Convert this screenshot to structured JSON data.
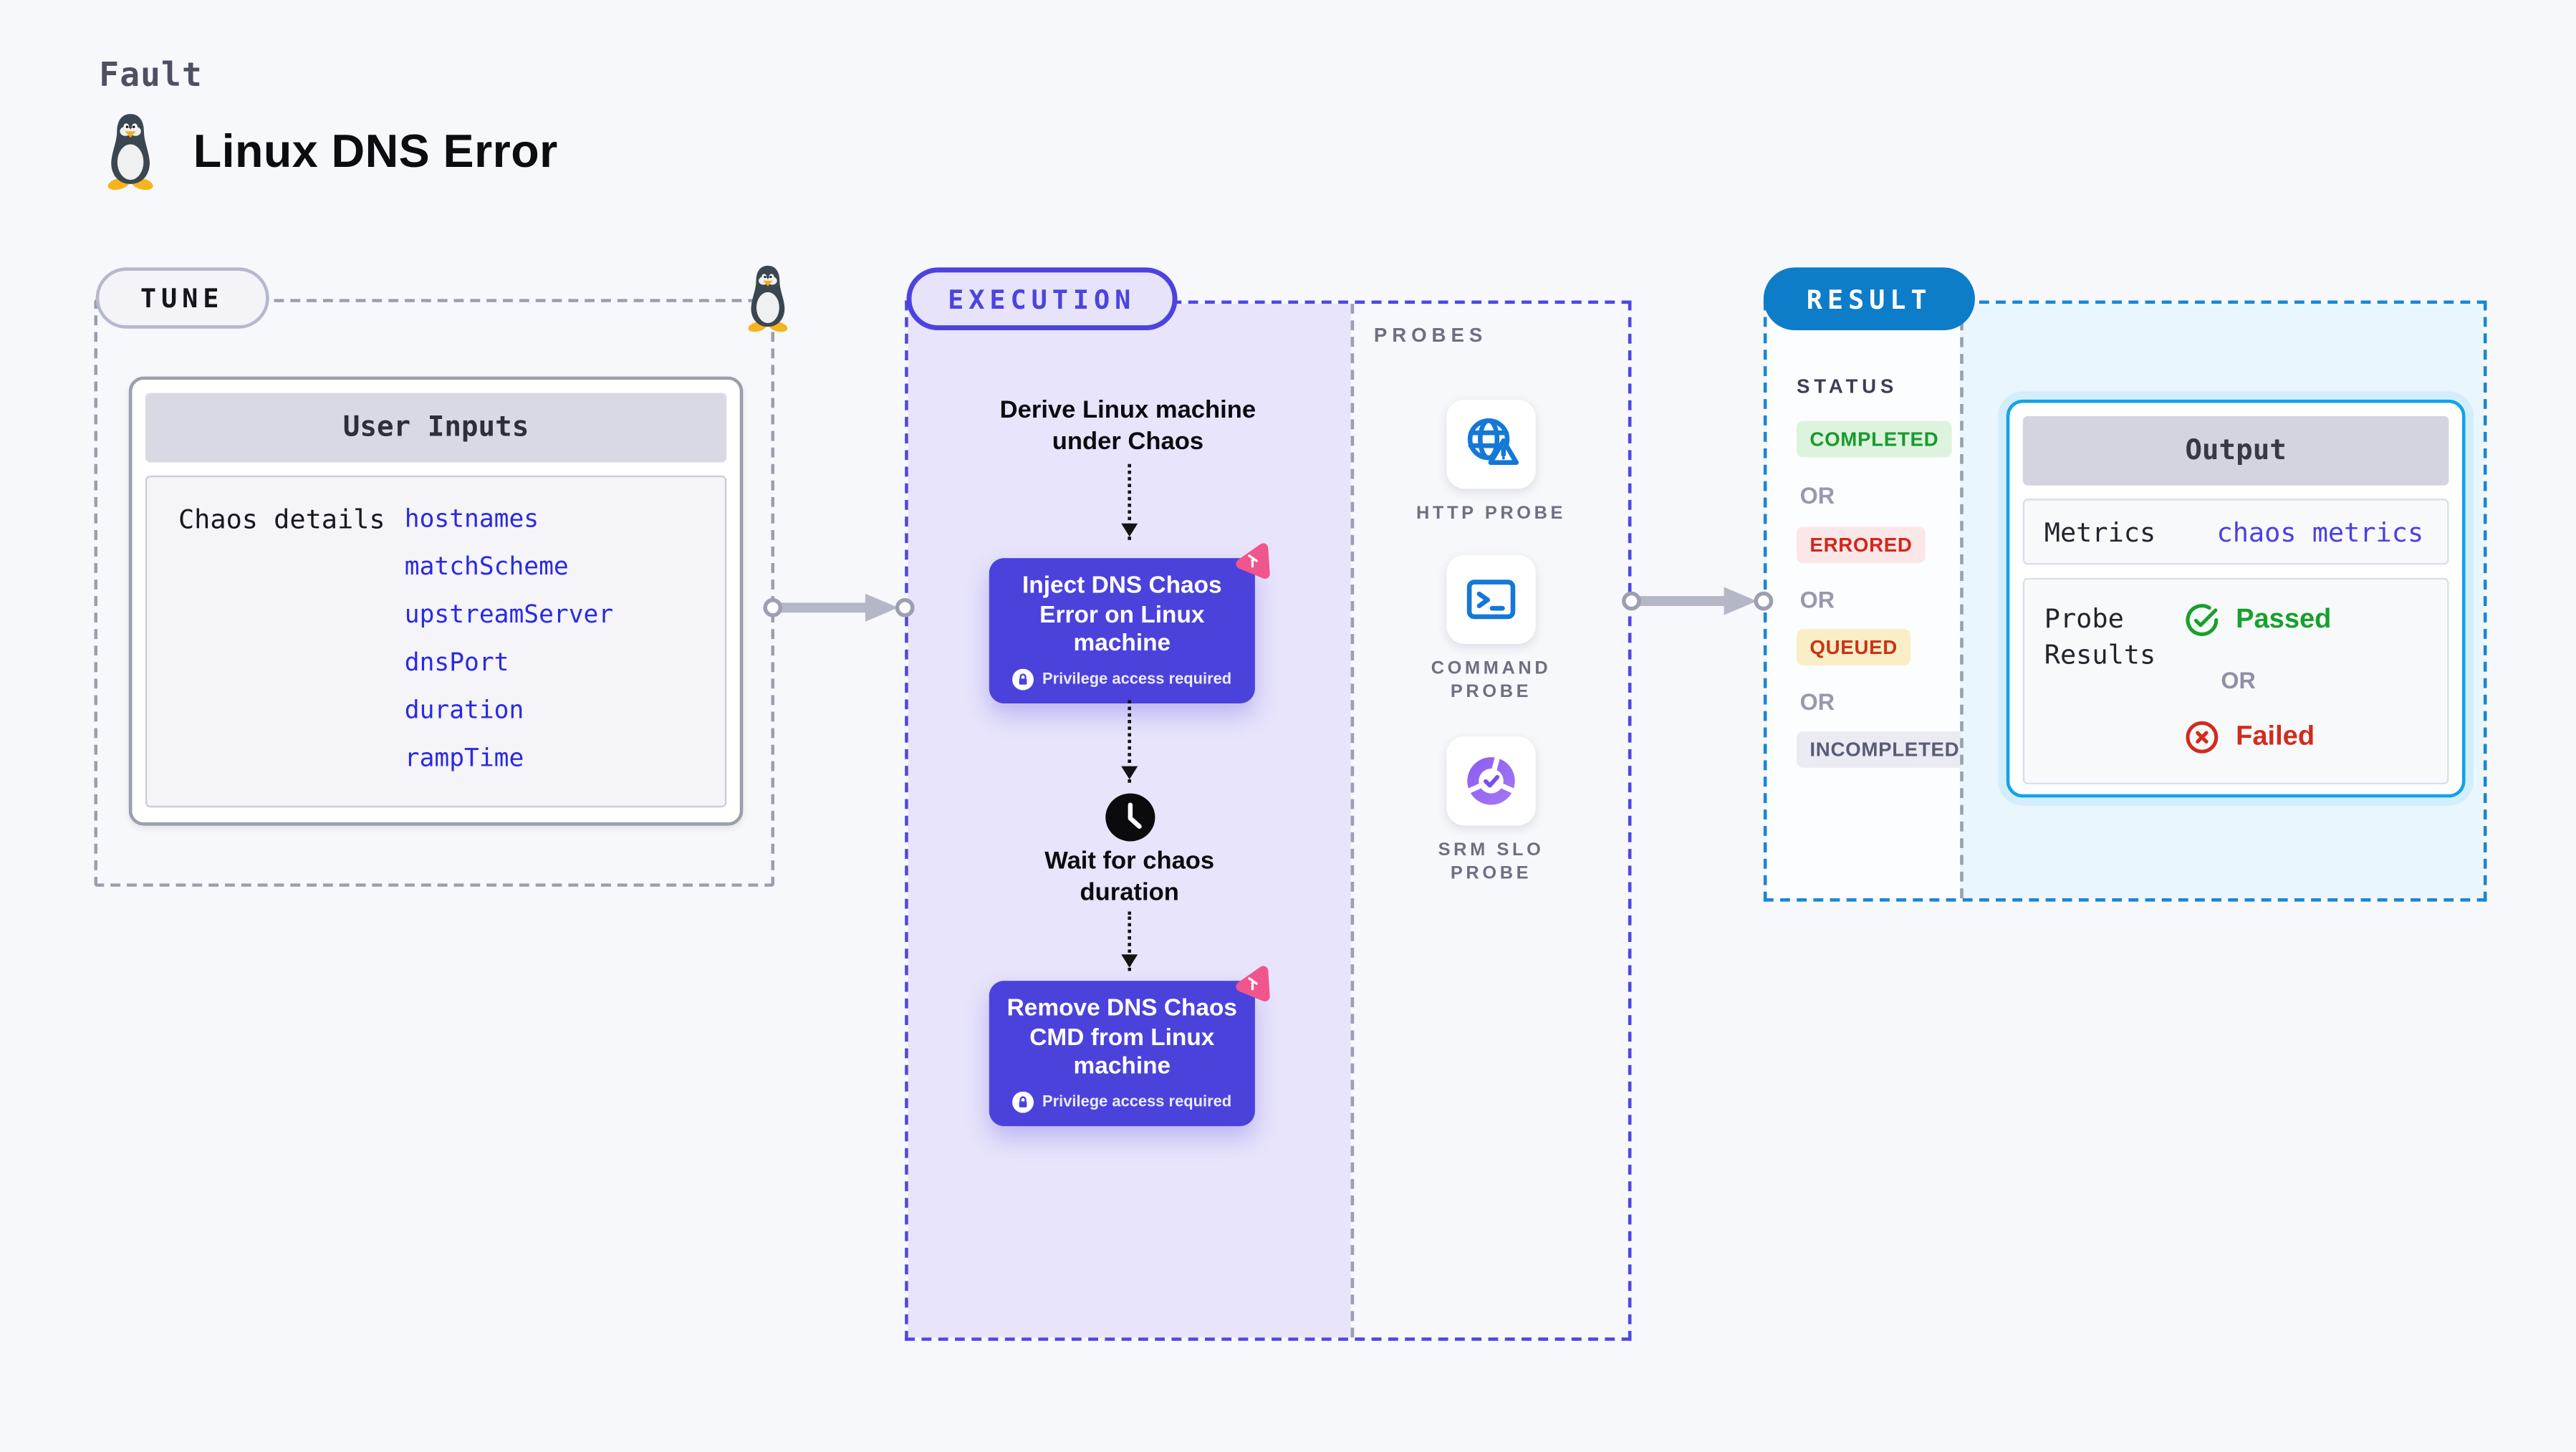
{
  "page": {
    "kind_label": "Fault",
    "title": "Linux DNS Error"
  },
  "tune": {
    "label": "TUNE",
    "card": {
      "header": "User Inputs",
      "row_label": "Chaos details",
      "params": [
        "hostnames",
        "matchScheme",
        "upstreamServer",
        "dnsPort",
        "duration",
        "rampTime"
      ]
    }
  },
  "execution": {
    "label": "EXECUTION",
    "steps": {
      "derive": "Derive Linux machine under Chaos",
      "inject": "Inject DNS Chaos Error on Linux machine",
      "wait": "Wait for chaos duration",
      "remove": "Remove DNS Chaos CMD from Linux machine",
      "privilege_note": "Privilege access required"
    },
    "probes": {
      "label": "PROBES",
      "items": [
        {
          "name": "HTTP PROBE",
          "icon": "globe-alert-icon"
        },
        {
          "name": "COMMAND PROBE",
          "icon": "terminal-icon"
        },
        {
          "name": "SRM SLO PROBE",
          "icon": "slo-pie-icon"
        }
      ]
    }
  },
  "result": {
    "label": "RESULT",
    "status": {
      "label": "STATUS",
      "separator": "OR",
      "badges": [
        {
          "text": "COMPLETED",
          "bg": "#def3de",
          "color": "#189a2d"
        },
        {
          "text": "ERRORED",
          "bg": "#fbe7e7",
          "color": "#d2271c"
        },
        {
          "text": "QUEUED",
          "bg": "#f9eec5",
          "color": "#c93418"
        },
        {
          "text": "INCOMPLETED",
          "bg": "#ebebf3",
          "color": "#585d76"
        }
      ]
    },
    "output": {
      "header": "Output",
      "metrics_label": "Metrics",
      "metrics_value": "chaos metrics",
      "probe_results_label": "Probe Results",
      "passed": "Passed",
      "or": "OR",
      "failed": "Failed"
    }
  },
  "colors": {
    "accent_indigo": "#4b42dc",
    "exec_panel_bg": "#e7e4fb",
    "result_blue": "#0d7cc9",
    "result_area_bg": "#e9f6fd",
    "param_blue": "#2a2ae0",
    "metrics_value_blue": "#4a3fe6",
    "probe_icon_blue": "#1478d6",
    "srm_purple": "#8a5cf0",
    "litmus_pink": "#f0558d",
    "passed_green": "#17a12c",
    "failed_red": "#d32b1c",
    "connector_gray": "#b4b7c6"
  }
}
